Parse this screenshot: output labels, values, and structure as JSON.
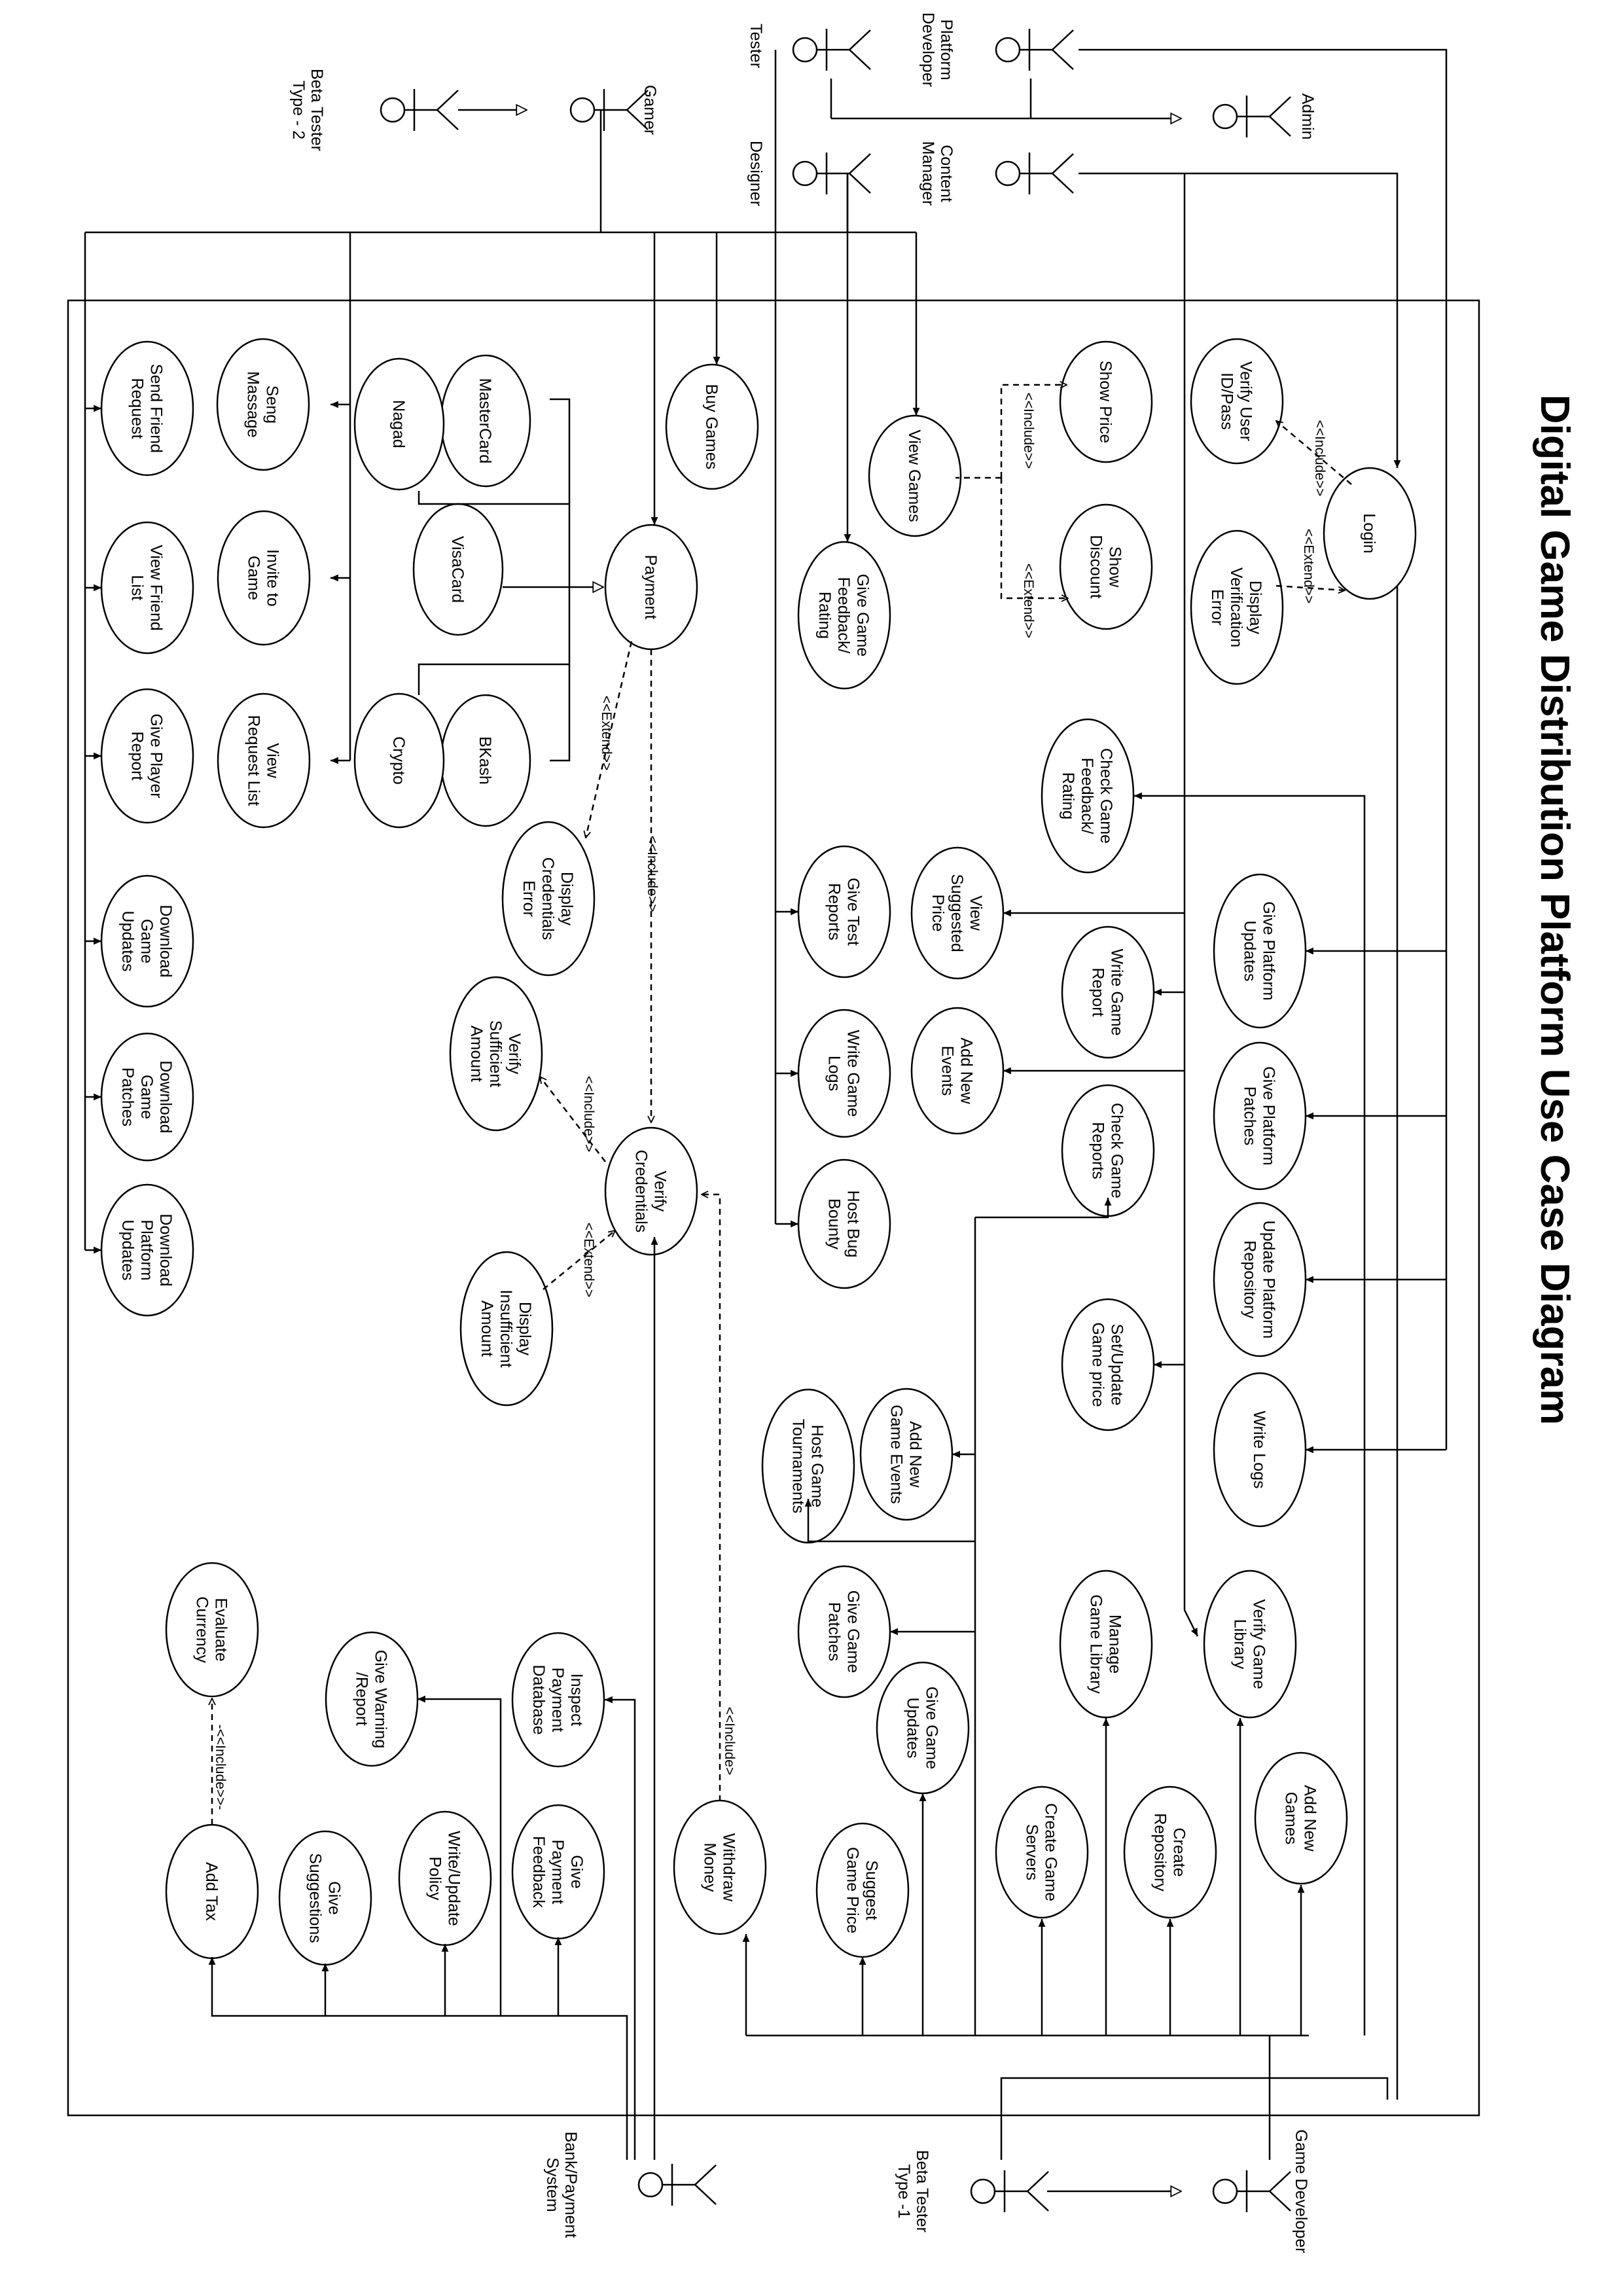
{
  "title": "Digital Game Distribution Platform Use Case Diagram",
  "actors": {
    "gamer": "Gamer",
    "beta_tester_2": [
      "Beta Tester",
      "Type - 2"
    ],
    "tester": "Tester",
    "designer": "Designer",
    "platform_developer": [
      "Platform",
      "Developer"
    ],
    "content_manager": [
      "Content",
      "Manager"
    ],
    "admin": "Admin",
    "bank_payment_system": [
      "Bank/Payment",
      "System"
    ],
    "beta_tester_1": [
      "Beta Tester",
      "Type -1"
    ],
    "game_developer": "Game Developer"
  },
  "use_cases": {
    "login": [
      "Login"
    ],
    "verify_user": [
      "Verify User",
      "ID/Pass"
    ],
    "display_verification_error": [
      "Display",
      "Verification",
      "Error"
    ],
    "show_price": [
      "Show Price"
    ],
    "show_discount": [
      "Show",
      "Discount"
    ],
    "view_games": [
      "View Games"
    ],
    "give_game_feedback": [
      "Give Game",
      "Feedback/",
      "Rating"
    ],
    "buy_games": [
      "Buy Games"
    ],
    "payment": [
      "Payment"
    ],
    "mastercard": [
      "MasterCard"
    ],
    "nagad": [
      "Nagad"
    ],
    "visacard": [
      "VisaCard"
    ],
    "bkash": [
      "BKash"
    ],
    "crypto": [
      "Crypto"
    ],
    "display_credentials_error": [
      "Display",
      "Credentials",
      "Error"
    ],
    "verify_sufficient_amount": [
      "Verify",
      "Sufficient",
      "Amount"
    ],
    "verify_credentials": [
      "Verify",
      "Credentials"
    ],
    "display_insufficient_amount": [
      "Display",
      "Insufficient",
      "Amount"
    ],
    "seng_massage": [
      "Seng",
      "Massage"
    ],
    "send_friend_request": [
      "Send Friend",
      "Request"
    ],
    "invite_to_game": [
      "Invite to",
      "Game"
    ],
    "view_friend_list": [
      "View Friend",
      "List"
    ],
    "view_request_list": [
      "View",
      "Request List"
    ],
    "give_player_report": [
      "Give Player",
      "Report"
    ],
    "download_game_updates": [
      "Download",
      "Game",
      "Updates"
    ],
    "download_game_patches": [
      "Download",
      "Game",
      "Patches"
    ],
    "download_platform_updates": [
      "Download",
      "Platform",
      "Updates"
    ],
    "check_game_feedback": [
      "Check Game",
      "Feedback/",
      "Rating"
    ],
    "view_suggested_price": [
      "View",
      "Suggested",
      "Price"
    ],
    "give_test_reports": [
      "Give Test",
      "Reports"
    ],
    "write_game_report": [
      "Write Game",
      "Report"
    ],
    "write_game_logs": [
      "Write Game",
      "Logs"
    ],
    "add_new_events": [
      "Add New",
      "Events"
    ],
    "check_game_reports": [
      "Check Game",
      "Reports"
    ],
    "host_bug_bounty": [
      "Host Bug",
      "Bounty"
    ],
    "give_platform_updates": [
      "Give Platform",
      "Updates"
    ],
    "give_platform_patches": [
      "Give Platform",
      "Patches"
    ],
    "update_platform_repository": [
      "Update Platform",
      "Repository"
    ],
    "write_logs": [
      "Write Logs"
    ],
    "set_update_game_price": [
      "Set/Update",
      "Game price"
    ],
    "add_new_game_events": [
      "Add New",
      "Game Events"
    ],
    "host_game_tournaments": [
      "Host Game",
      "Tournaments"
    ],
    "verify_game_library": [
      "Verify Game",
      "Library"
    ],
    "manage_game_library": [
      "Manage",
      "Game Library"
    ],
    "give_game_patches": [
      "Give Game",
      "Patches"
    ],
    "give_game_updates": [
      "Give Game",
      "Updates"
    ],
    "add_new_games": [
      "Add New",
      "Games"
    ],
    "create_repository": [
      "Create",
      "Repository"
    ],
    "create_game_servers": [
      "Create Game",
      "Servers"
    ],
    "suggest_game_price": [
      "Suggest",
      "Game Price"
    ],
    "withdraw_money": [
      "Withdraw",
      "Money"
    ],
    "evaluate_currency": [
      "Evaluate",
      "Currency"
    ],
    "inspect_payment_database": [
      "Inspect",
      "Payment",
      "Database"
    ],
    "give_warning_report": [
      "Give Warning",
      "/Report"
    ],
    "give_payment_feedback": [
      "Give",
      "Payment",
      "Feedback"
    ],
    "write_update_policy": [
      "Write/Update",
      "Policy"
    ],
    "give_suggestions": [
      "Give",
      "Suggestions"
    ],
    "add_tax": [
      "Add Tax"
    ]
  },
  "relations": {
    "include": "<<Include>>",
    "include_long": "<<Include>>",
    "extend": "<<Extend>>",
    "include_dash": "-<<Include>>-",
    "include_trunc": "<<Include>"
  }
}
